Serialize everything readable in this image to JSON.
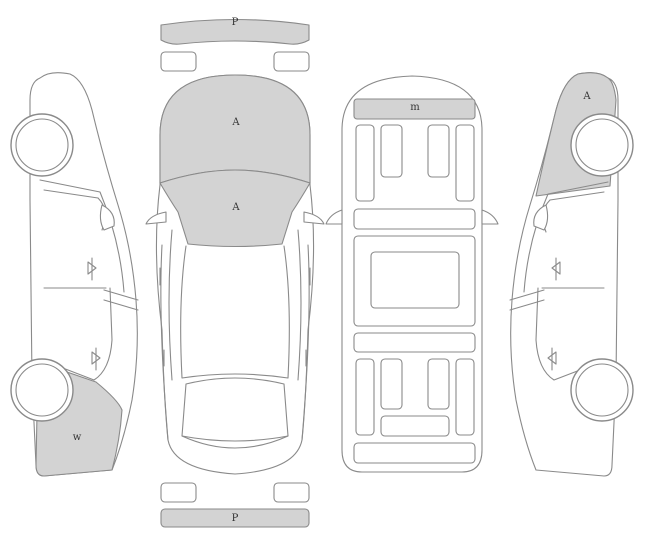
{
  "diagram": {
    "colors": {
      "outline": "#8a8a8a",
      "damage_fill": "#d3d3d3",
      "background": "#ffffff"
    },
    "marks": {
      "bumper_front": "P",
      "bumper_rear": "P",
      "hood": "A",
      "windshield": "A",
      "roof_rack": "m",
      "right_front_fender": "A",
      "left_rear_quarter": "w"
    }
  }
}
